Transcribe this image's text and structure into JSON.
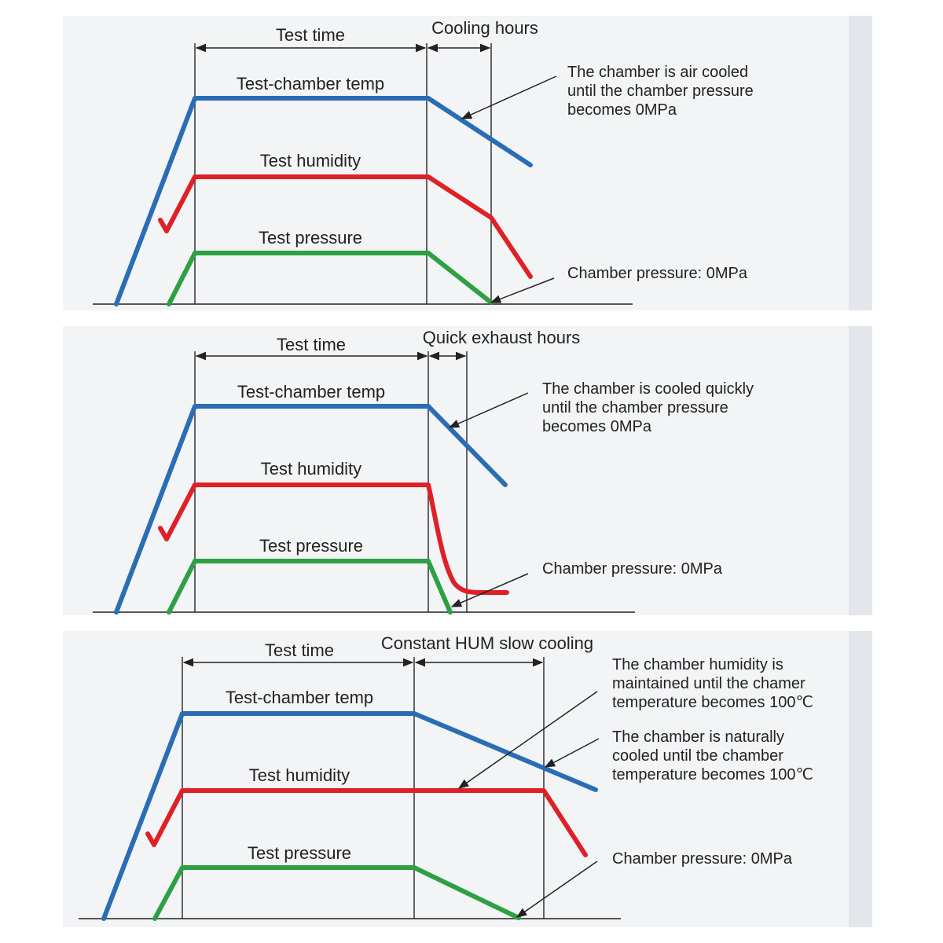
{
  "colors": {
    "temp": "#2a6db5",
    "humidity": "#e02027",
    "pressure": "#2ea043",
    "annotation": "#222222",
    "panel_bg": "#f2f4f6",
    "panel_shadow": "#e3e6ea"
  },
  "panels": [
    {
      "labels": {
        "test_time": "Test time",
        "phase": "Cooling hours",
        "temp": "Test-chamber temp",
        "humidity": "Test humidity",
        "pressure": "Test pressure"
      },
      "notes": [
        {
          "lines": [
            "The chamber is air cooled",
            "until the chamber pressure",
            "becomes 0MPa"
          ]
        },
        {
          "lines": [
            "Chamber pressure: 0MPa"
          ]
        }
      ]
    },
    {
      "labels": {
        "test_time": "Test time",
        "phase": "Quick exhaust hours",
        "temp": "Test-chamber temp",
        "humidity": "Test humidity",
        "pressure": "Test pressure"
      },
      "notes": [
        {
          "lines": [
            "The chamber is cooled quickly",
            "until the chamber pressure",
            "becomes 0MPa"
          ]
        },
        {
          "lines": [
            "Chamber pressure: 0MPa"
          ]
        }
      ]
    },
    {
      "labels": {
        "test_time": "Test time",
        "phase": "Constant HUM slow cooling",
        "temp": "Test-chamber temp",
        "humidity": "Test humidity",
        "pressure": "Test pressure"
      },
      "notes": [
        {
          "lines": [
            "The chamber humidity is",
            "maintained until the chamer",
            "temperature becomes 100℃"
          ]
        },
        {
          "lines": [
            "The chamber  is naturally",
            "cooled until tbe chamber",
            "temperature becomes 100℃"
          ]
        },
        {
          "lines": [
            "Chamber pressure: 0MPa"
          ]
        }
      ]
    }
  ]
}
